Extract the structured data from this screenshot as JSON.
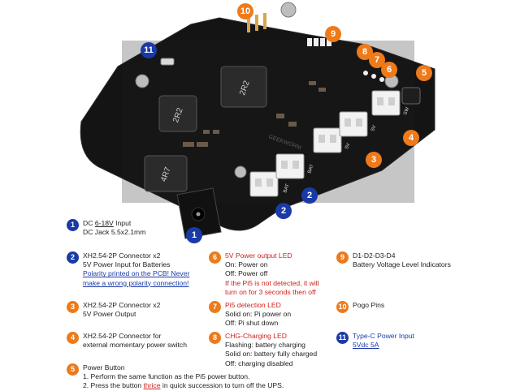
{
  "callouts": {
    "1": "1",
    "2": "2",
    "3": "3",
    "4": "4",
    "5": "5",
    "6": "6",
    "7": "7",
    "8": "8",
    "9": "9",
    "10": "10",
    "11": "11"
  },
  "board": {
    "chip_label_a": "2R2",
    "chip_label_b": "2R2",
    "chip_label_c": "4R7",
    "silk_brand": "GEEKWORM",
    "silk_bat_1": "BAT",
    "silk_bat_2": "BAT",
    "silk_5v_1": "5V",
    "silk_5v_2": "5V",
    "silk_sw": "SW"
  },
  "legend": {
    "item1": {
      "num": "1",
      "line1_pre": "DC ",
      "line1_range": "6-18V",
      "line1_post": " Input",
      "line2": "DC Jack 5.5x2.1mm"
    },
    "item2": {
      "num": "2",
      "line1": "XH2.54-2P Connector x2",
      "line2": "5V Power Input for Batteries",
      "line3": "Polarity printed on the PCB! Never",
      "line4": "make a wrong polarity connection!"
    },
    "item3": {
      "num": "3",
      "line1": "XH2.54-2P Connector x2",
      "line2": "5V Power Output"
    },
    "item4": {
      "num": "4",
      "line1": "XH2.54-2P Connector for",
      "line2": "external momentary power switch"
    },
    "item5": {
      "num": "5",
      "line1": "Power Button",
      "line2": "1. Perform the same function as the Pi5 power button.",
      "line3_pre": "2. Press the button ",
      "line3_em": "thrice",
      "line3_post": " in quick succession to turn off the UPS."
    },
    "item6": {
      "num": "6",
      "line1": "5V Power output LED",
      "line2": "On: Power on",
      "line3": "Off: Power off",
      "line4": "If the Pi5 is not detected, it will",
      "line5": "turn on for 3 seconds then off"
    },
    "item7": {
      "num": "7",
      "line1": "Pi5 detection LED",
      "line2": "Solid on: Pi power on",
      "line3": "Off: Pi shut down"
    },
    "item8": {
      "num": "8",
      "line1": "CHG-Charging LED",
      "line2": "Flashing: battery charging",
      "line3": "Solid on: battery fully charged",
      "line4": "Off: charging disabled"
    },
    "item9": {
      "num": "9",
      "line1": "D1-D2-D3-D4",
      "line2": "Battery Voltage Level Indicators"
    },
    "item10": {
      "num": "10",
      "line1": "Pogo Pins"
    },
    "item11": {
      "num": "11",
      "line1": "Type-C Power Input",
      "line2": "5Vdc 5A"
    }
  },
  "colors": {
    "blue": "#1a3aa8",
    "orange": "#ee7a1a",
    "red": "#d0201c",
    "pcb": "#141414"
  }
}
